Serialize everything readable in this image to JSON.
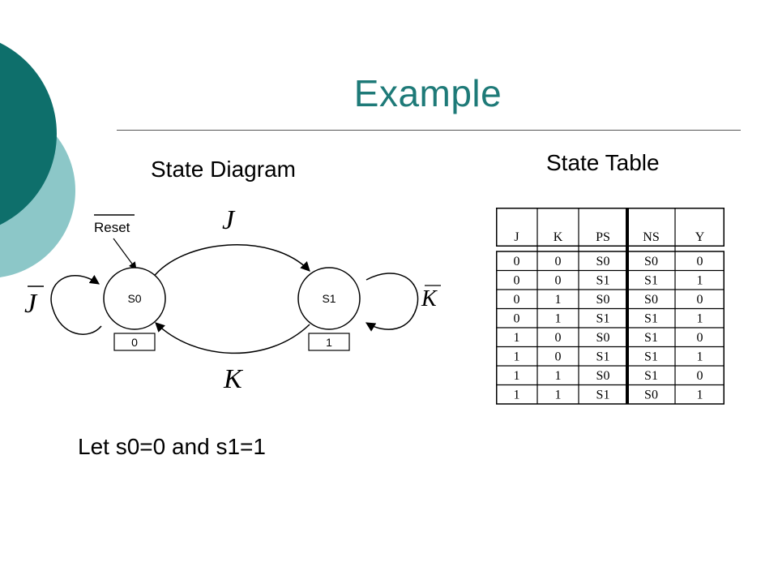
{
  "title": "Example",
  "diagram": {
    "heading": "State Diagram",
    "reset_label": "Reset",
    "states": [
      {
        "name": "S0",
        "output": "0"
      },
      {
        "name": "S1",
        "output": "1"
      }
    ],
    "transitions": {
      "s0_to_s1": "J",
      "s1_to_s0": "K",
      "s0_self": "J",
      "s1_self": "K"
    }
  },
  "table": {
    "heading": "State Table",
    "columns": [
      "J",
      "K",
      "PS",
      "NS",
      "Y"
    ],
    "rows": [
      [
        "0",
        "0",
        "S0",
        "S0",
        "0"
      ],
      [
        "0",
        "0",
        "S1",
        "S1",
        "1"
      ],
      [
        "0",
        "1",
        "S0",
        "S0",
        "0"
      ],
      [
        "0",
        "1",
        "S1",
        "S1",
        "1"
      ],
      [
        "1",
        "0",
        "S0",
        "S1",
        "0"
      ],
      [
        "1",
        "0",
        "S1",
        "S1",
        "1"
      ],
      [
        "1",
        "1",
        "S0",
        "S1",
        "0"
      ],
      [
        "1",
        "1",
        "S1",
        "S0",
        "1"
      ]
    ]
  },
  "note": "Let s0=0 and s1=1",
  "colors": {
    "title": "#1e7a78",
    "deco_dark": "#0e6f6b",
    "deco_light": "#8cc7c8"
  }
}
